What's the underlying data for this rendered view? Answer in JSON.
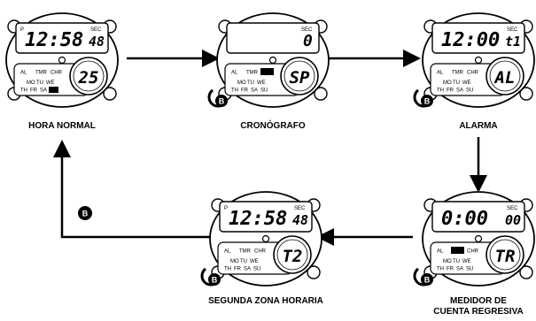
{
  "watches": [
    {
      "id": "hora-normal",
      "label": "HORA NORMAL",
      "main": "12:58",
      "secs": "48",
      "pm": "P",
      "sec_label": "SEC",
      "top_blank": false,
      "circle": "25",
      "mode_active": "",
      "day_active": "SU",
      "has_b_button": false
    },
    {
      "id": "cronografo",
      "label": "CRONÓGRAFO",
      "main": "",
      "secs": "0",
      "pm": "",
      "sec_label": "SEC",
      "top_blank": true,
      "circle": "SP",
      "mode_active": "CHR",
      "day_active": "",
      "has_b_button": true
    },
    {
      "id": "alarma",
      "label": "ALARMA",
      "main": "12:00",
      "secs": "t1",
      "pm": "",
      "sec_label": "SEC",
      "top_blank": false,
      "circle": "AL",
      "mode_active": "",
      "day_active": "",
      "has_b_button": true
    },
    {
      "id": "medidor",
      "label": "MEDIDOR DE",
      "label2": "CUENTA REGRESIVA",
      "main": "0:00",
      "secs": "00",
      "pm": "",
      "sec_label": "SEC",
      "top_blank": false,
      "circle": "TR",
      "mode_active": "TMR",
      "day_active": "",
      "has_b_button": true
    },
    {
      "id": "segunda-zona",
      "label": "SEGUNDA ZONA HORARIA",
      "main": "12:58",
      "secs": "48",
      "pm": "P",
      "sec_label": "SEC",
      "top_blank": false,
      "circle": "T2",
      "mode_active": "",
      "day_active": "",
      "has_b_button": true
    }
  ],
  "mode_labels": [
    "AL",
    "TMR",
    "CHR"
  ],
  "day_row1": [
    "MO",
    "TU",
    "WE"
  ],
  "day_row2": [
    "TH",
    "FR",
    "SA",
    "SU"
  ],
  "b_letter": "B"
}
